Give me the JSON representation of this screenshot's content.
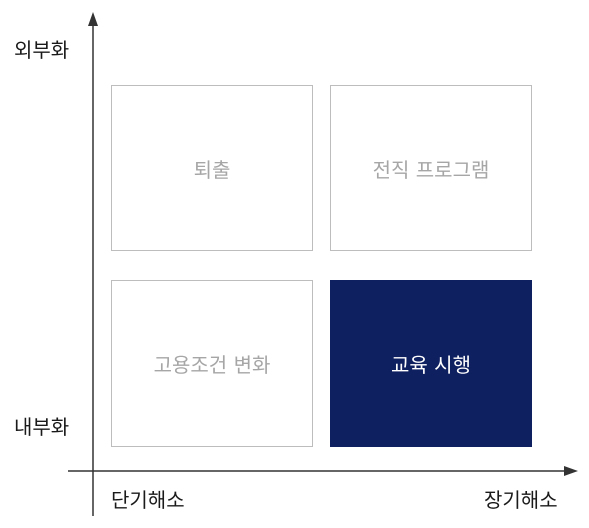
{
  "axes": {
    "y_top_label": "외부화",
    "y_bottom_label": "내부화",
    "x_left_label": "단기해소",
    "x_right_label": "장기해소"
  },
  "quadrants": {
    "top_left": "퇴출",
    "top_right": "전직 프로그램",
    "bottom_left": "고용조건 변화",
    "bottom_right": "교육 시행"
  },
  "colors": {
    "highlight_fill": "#0f2060",
    "box_border": "#bdbdbd",
    "muted_text": "#a6a6a6",
    "axis": "#333333"
  }
}
